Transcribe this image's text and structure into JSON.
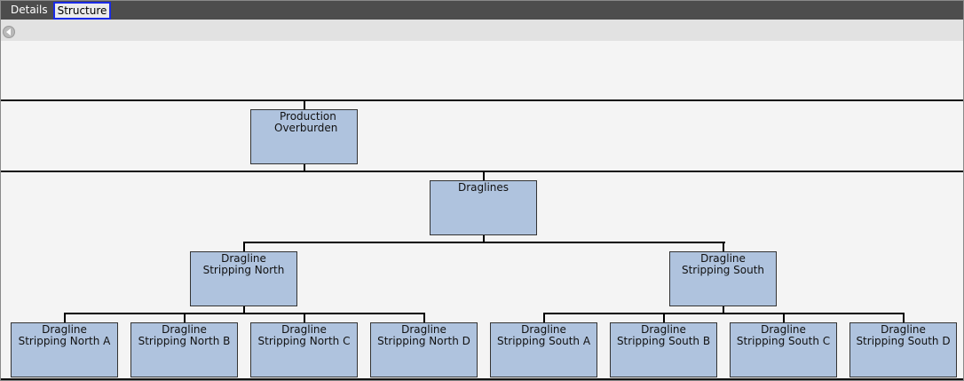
{
  "tabs": [
    {
      "label": "Details",
      "active": false
    },
    {
      "label": "Structure",
      "active": true
    }
  ],
  "toolbar": {
    "back_icon": "back-arrow-icon"
  },
  "colors": {
    "node_fill": "#afc3de",
    "node_border": "#333333",
    "tab_bar": "#4d4d4d",
    "active_tab_outline": "#1a2be6"
  },
  "tree": {
    "root": {
      "line1": "Production",
      "line2": "Overburden"
    },
    "level1": {
      "line1": "Draglines",
      "line2": ""
    },
    "level2": [
      {
        "line1": "Dragline",
        "line2": "Stripping North"
      },
      {
        "line1": "Dragline",
        "line2": "Stripping South"
      }
    ],
    "level3": [
      {
        "line1": "Dragline",
        "line2": "Stripping North A"
      },
      {
        "line1": "Dragline",
        "line2": "Stripping North B"
      },
      {
        "line1": "Dragline",
        "line2": "Stripping North C"
      },
      {
        "line1": "Dragline",
        "line2": "Stripping North D"
      },
      {
        "line1": "Dragline",
        "line2": "Stripping South A"
      },
      {
        "line1": "Dragline",
        "line2": "Stripping South B"
      },
      {
        "line1": "Dragline",
        "line2": "Stripping South C"
      },
      {
        "line1": "Dragline",
        "line2": "Stripping South D"
      }
    ]
  }
}
